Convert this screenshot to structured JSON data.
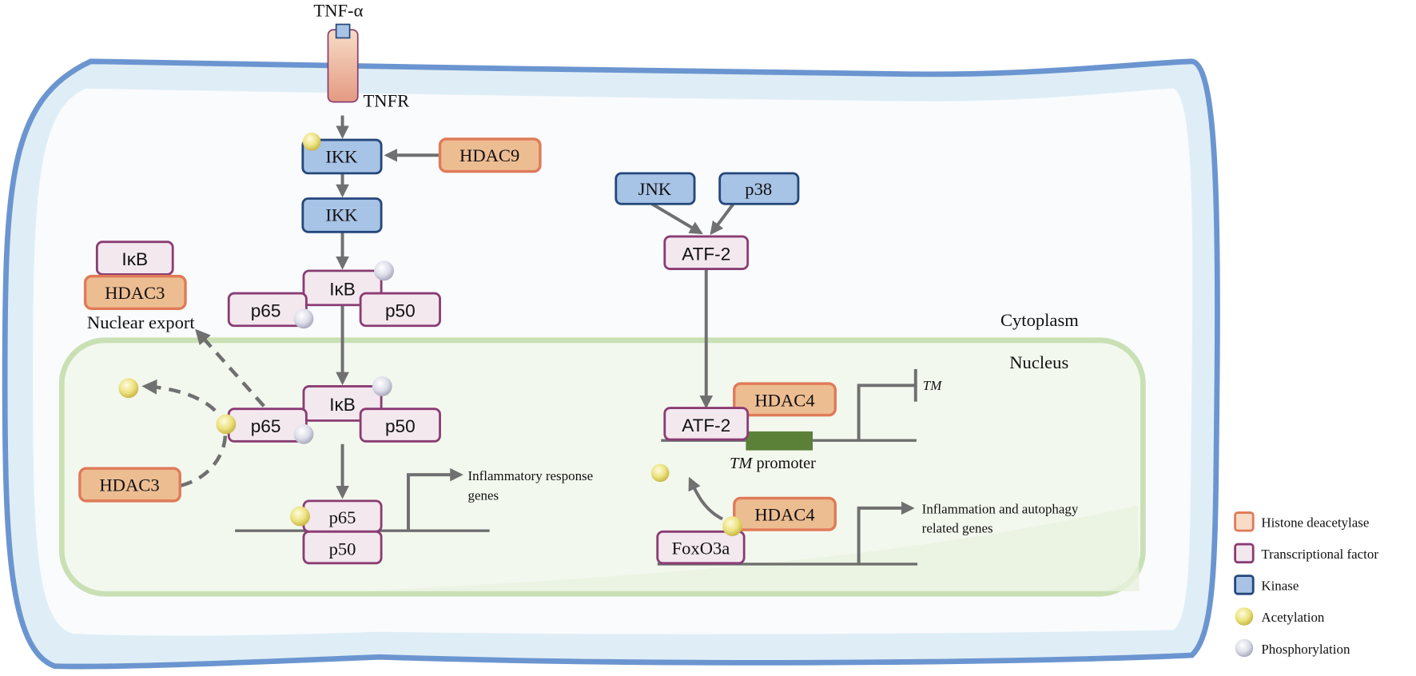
{
  "figure": {
    "ligand": "TNF-α",
    "receptor": "TNFR",
    "compartments": {
      "cytoplasm": "Cytoplasm",
      "nucleus": "Nucleus"
    },
    "colors": {
      "membrane": "#6b95d0",
      "cytoplasm_rim": "#dfeef6",
      "cytoplasm": "#f9fbfd",
      "nucleus_border": "#c9e0b4",
      "nucleus": "#f3f8ee",
      "hdac_fill": "#edbd92",
      "hdac_stroke": "#e07a58",
      "tf_fill": "#f3e8ee",
      "tf_stroke": "#8a3c73",
      "kinase_fill": "#a7c3e6",
      "kinase_stroke": "#24477a",
      "acetyl": "#e8dc7a",
      "phospho": "#d7d9e6",
      "promoter": "#5b8037",
      "arrow": "#707070"
    },
    "nodes": {
      "ikk_top": "IKK",
      "ikk_bottom": "IKK",
      "hdac9": "HDAC9",
      "ikb_export": "IκB",
      "hdac3_export": "HDAC3",
      "nuclear_export": "Nuclear export",
      "ikb_cyto": "IκB",
      "p65_cyto": "p65",
      "p50_cyto": "p50",
      "ikb_nuc": "IκB",
      "p65_nuc": "p65",
      "p50_nuc": "p50",
      "hdac3_nuc": "HDAC3",
      "p65_dna": "p65",
      "p50_dna": "p50",
      "inflammatory_genes_line1": "Inflammatory response",
      "inflammatory_genes_line2": "genes",
      "jnk": "JNK",
      "p38": "p38",
      "atf2_cyto": "ATF-2",
      "atf2_nuc": "ATF-2",
      "hdac4_top": "HDAC4",
      "tm_gene": "TM",
      "tm_promoter_italic": "TM",
      "tm_promoter_rest": " promoter",
      "hdac4_bottom": "HDAC4",
      "foxo3a": "FoxO3a",
      "autophagy_genes_line1": "Inflammation and autophagy",
      "autophagy_genes_line2": "related genes"
    },
    "legend": [
      {
        "label": "Histone deacetylase",
        "kind": "hdac"
      },
      {
        "label": "Transcriptional factor",
        "kind": "tf"
      },
      {
        "label": "Kinase",
        "kind": "kinase"
      },
      {
        "label": "Acetylation",
        "kind": "acetyl"
      },
      {
        "label": "Phosphorylation",
        "kind": "phospho"
      }
    ]
  }
}
